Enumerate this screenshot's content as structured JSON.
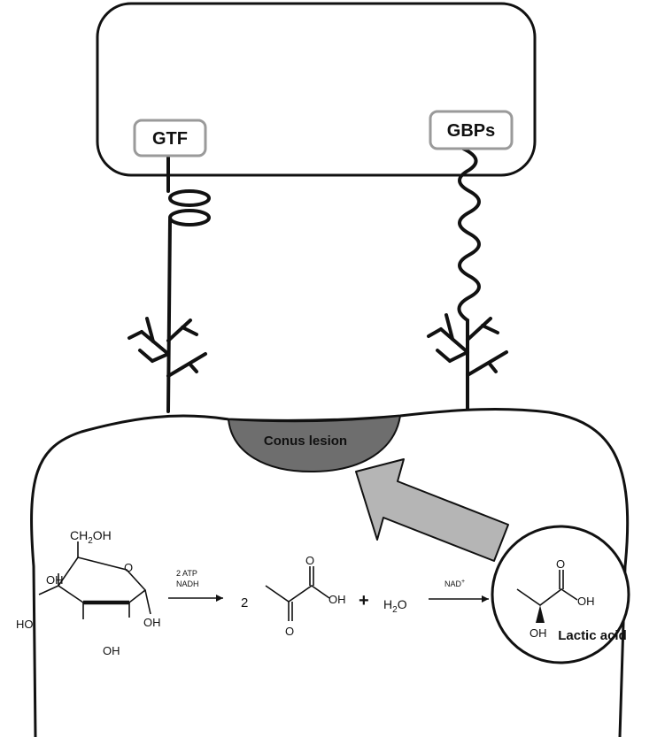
{
  "labels": {
    "gtf": "GTF",
    "gbps": "GBPs",
    "lesion": "Conus lesion",
    "lactic_acid": "Lactic acid"
  },
  "glucose": {
    "ch2oh": "CH",
    "ch2oh_sub": "2",
    "ch2oh_tail": "OH",
    "oh_top_left": "OH",
    "oh_left": "HO",
    "oh_bottom": "OH",
    "oh_right": "OH",
    "ring_o": "O"
  },
  "reaction1": {
    "line1": "2 ATP",
    "line2": "NADH"
  },
  "pyruvate": {
    "coefficient": "2",
    "o_top": "O",
    "oh": "OH",
    "o_bottom": "O"
  },
  "plus": "+",
  "water": {
    "h": "H",
    "sub": "2",
    "o": "O"
  },
  "reaction2": {
    "label": "NAD",
    "sup": "+"
  },
  "lactate": {
    "o_top": "O",
    "oh_right": "OH",
    "oh_bottom": "OH"
  },
  "colors": {
    "lesion_fill": "#6e6e6e",
    "arrow_fill": "#b5b5b5",
    "label_border": "#9a9a9a",
    "line": "#111111"
  }
}
